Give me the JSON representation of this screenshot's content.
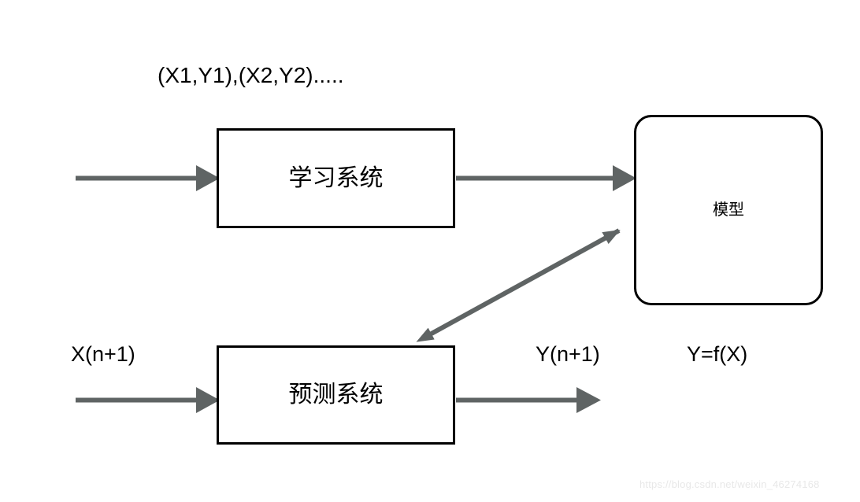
{
  "diagram": {
    "title_text": "(X1,Y1),(X2,Y2).....",
    "nodes": {
      "learning_system": "学习系统",
      "prediction_system": "预测系统",
      "model": "模型"
    },
    "labels": {
      "training_data": "(X1,Y1),(X2,Y2).....",
      "input_x": "X(n+1)",
      "output_y": "Y(n+1)",
      "formula": "Y=f(X)"
    },
    "arrows": [
      {
        "name": "training-data-to-learning-system",
        "from": "training data",
        "to": "学习系统",
        "style": "single-head",
        "direction": "right"
      },
      {
        "name": "learning-system-to-model",
        "from": "学习系统",
        "to": "模型",
        "style": "single-head",
        "direction": "right"
      },
      {
        "name": "model-prediction-system-link",
        "from": "模型",
        "to": "预测系统",
        "style": "double-head",
        "direction": "diagonal"
      },
      {
        "name": "input-to-prediction-system",
        "from": "X(n+1)",
        "to": "预测系统",
        "style": "single-head",
        "direction": "right"
      },
      {
        "name": "prediction-system-to-output",
        "from": "预测系统",
        "to": "Y(n+1)",
        "style": "single-head",
        "direction": "right"
      }
    ],
    "colors": {
      "background": "#ffffff",
      "box_stroke": "#000000",
      "arrow": "#5f6464",
      "text": "#000000",
      "watermark": "#e8e8e8"
    }
  },
  "watermark": {
    "text": "https://blog.csdn.net/weixin_46274168"
  }
}
